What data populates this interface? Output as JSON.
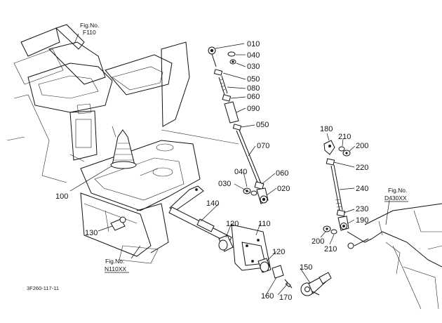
{
  "parts": [
    {
      "id": "p010",
      "text": "010"
    },
    {
      "id": "p040a",
      "text": "040"
    },
    {
      "id": "p030a",
      "text": "030"
    },
    {
      "id": "p050a",
      "text": "050"
    },
    {
      "id": "p080",
      "text": "080"
    },
    {
      "id": "p060a",
      "text": "060"
    },
    {
      "id": "p090",
      "text": "090"
    },
    {
      "id": "p050b",
      "text": "050"
    },
    {
      "id": "p070",
      "text": "070"
    },
    {
      "id": "p040b",
      "text": "040"
    },
    {
      "id": "p060b",
      "text": "060"
    },
    {
      "id": "p030b",
      "text": "030"
    },
    {
      "id": "p020",
      "text": "020"
    },
    {
      "id": "p180",
      "text": "180"
    },
    {
      "id": "p210a",
      "text": "210"
    },
    {
      "id": "p200a",
      "text": "200"
    },
    {
      "id": "p220",
      "text": "220"
    },
    {
      "id": "p240",
      "text": "240"
    },
    {
      "id": "p230",
      "text": "230"
    },
    {
      "id": "p190",
      "text": "190"
    },
    {
      "id": "p200b",
      "text": "200"
    },
    {
      "id": "p210b",
      "text": "210"
    },
    {
      "id": "p100",
      "text": "100"
    },
    {
      "id": "p140",
      "text": "140"
    },
    {
      "id": "p130",
      "text": "130"
    },
    {
      "id": "p120a",
      "text": "120"
    },
    {
      "id": "p110",
      "text": "110"
    },
    {
      "id": "p120b",
      "text": "120"
    },
    {
      "id": "p150",
      "text": "150"
    },
    {
      "id": "p160",
      "text": "160"
    },
    {
      "id": "p170",
      "text": "170"
    }
  ],
  "fig_refs": {
    "f110": {
      "label": "Fig.No.",
      "number": "F110"
    },
    "d430": {
      "label": "Fig.No.",
      "number": "D430XX"
    },
    "n110": {
      "label": "Fig.No.",
      "number": "N110XX"
    }
  },
  "drawing_code": "3F260-117-11"
}
